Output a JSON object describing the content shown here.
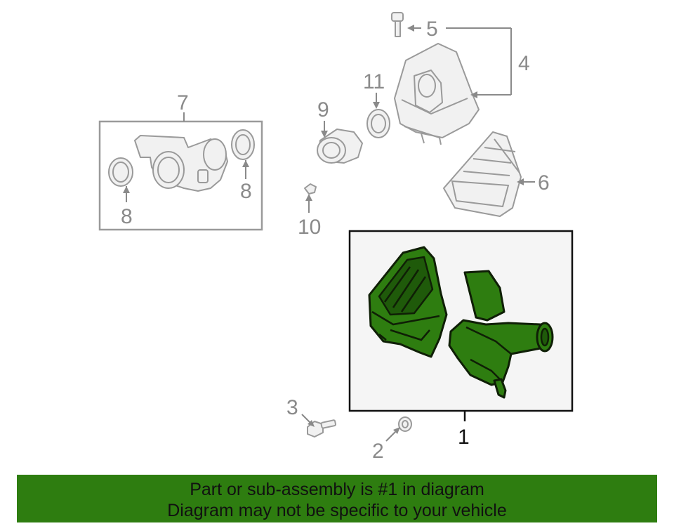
{
  "diagram": {
    "callouts": {
      "c1": "1",
      "c2": "2",
      "c3": "3",
      "c4": "4",
      "c5": "5",
      "c6": "6",
      "c7": "7",
      "c8a": "8",
      "c8b": "8",
      "c9": "9",
      "c10": "10",
      "c11": "11"
    },
    "highlight_color": "#2e7d10"
  },
  "banner": {
    "line1": "Part or sub-assembly is #1 in diagram",
    "line2": "Diagram may not be specific to your vehicle"
  }
}
